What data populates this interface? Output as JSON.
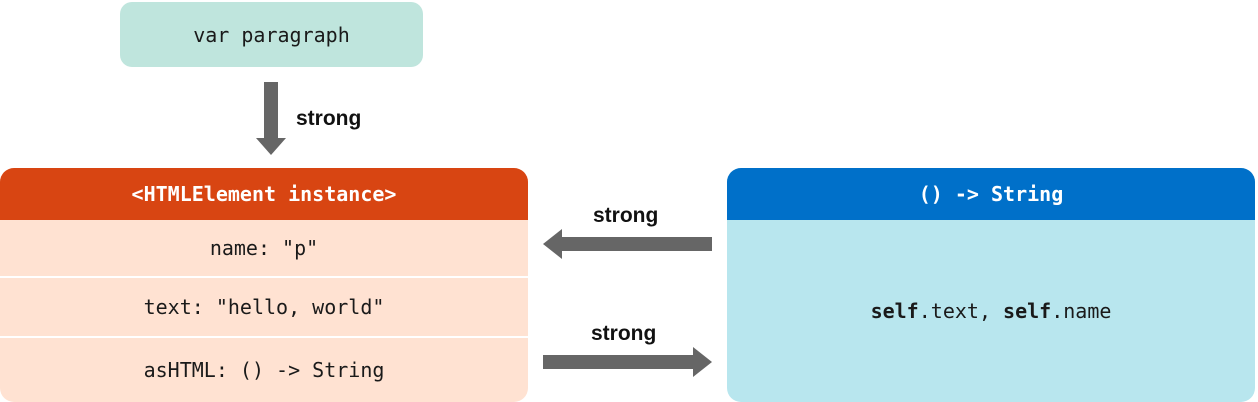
{
  "variable": {
    "label": "var paragraph"
  },
  "arrows": {
    "var_to_instance": "strong",
    "closure_to_instance": "strong",
    "instance_to_closure": "strong"
  },
  "instance": {
    "title": "<HTMLElement instance>",
    "properties": [
      "name: \"p\"",
      "text: \"hello, world\"",
      "asHTML: () -> String"
    ]
  },
  "closure": {
    "title": "() -> String",
    "capture": {
      "keyword_1": "self",
      "member_1": ".text, ",
      "keyword_2": "self",
      "member_2": ".name"
    }
  },
  "colors": {
    "variable_fill": "#bfe5dd",
    "instance_header": "#d84512",
    "instance_body": "#ffe2d2",
    "closure_header": "#0070c9",
    "closure_body": "#b8e6ee",
    "arrow": "#666666"
  }
}
